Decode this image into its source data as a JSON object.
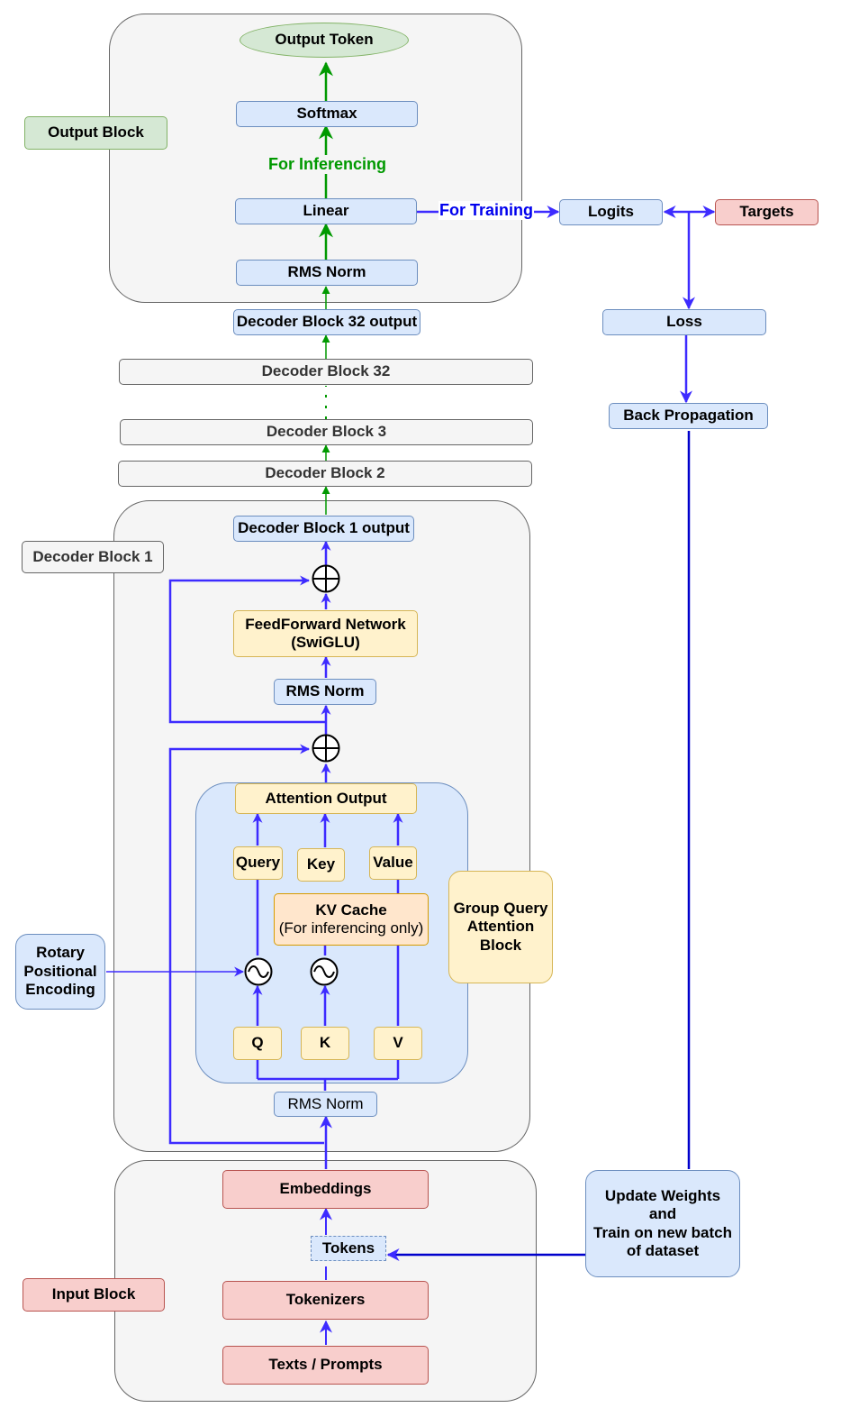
{
  "nodes": {
    "output_token": "Output Token",
    "softmax": "Softmax",
    "linear": "Linear",
    "rms_norm_top": "RMS Norm",
    "output_block": "Output Block",
    "logits": "Logits",
    "targets": "Targets",
    "loss": "Loss",
    "back_propagation": "Back Propagation",
    "decoder_block_32_output": "Decoder Block 32 output",
    "decoder_block_32": "Decoder Block 32",
    "decoder_block_3": "Decoder Block 3",
    "decoder_block_2": "Decoder Block 2",
    "decoder_block_1_output": "Decoder Block 1 output",
    "decoder_block_1": "Decoder Block 1",
    "feedforward_line1": "FeedForward Network",
    "feedforward_line2": "(SwiGLU)",
    "rms_norm_mid": "RMS Norm",
    "attention_output": "Attention Output",
    "query": "Query",
    "key": "Key",
    "value": "Value",
    "kv_cache_line1": "KV Cache",
    "kv_cache_line2": "(For inferencing only)",
    "gqa_line1": "Group Query",
    "gqa_line2": "Attention",
    "gqa_line3": "Block",
    "rope_line1": "Rotary",
    "rope_line2": "Positional",
    "rope_line3": "Encoding",
    "q": "Q",
    "k": "K",
    "v": "V",
    "rms_norm_bottom": "RMS Norm",
    "embeddings": "Embeddings",
    "tokens": "Tokens",
    "tokenizers": "Tokenizers",
    "texts_prompts": "Texts / Prompts",
    "input_block": "Input Block",
    "update_line1": "Update Weights",
    "update_line2": "and",
    "update_line3": "Train on new batch",
    "update_line4": "of dataset"
  },
  "edge_labels": {
    "for_inferencing": "For Inferencing",
    "for_training": "For Training"
  },
  "colors": {
    "inference_arrow": "#009900",
    "training_arrow": "#3d2bff",
    "backprop_line": "#0000cc",
    "blue_fill": "#dae8fc",
    "red_fill": "#f8cecc",
    "green_fill": "#d5e8d4",
    "yellow_fill": "#fff2cc",
    "orange_fill": "#ffe6cc",
    "grey_fill": "#f5f5f5"
  }
}
